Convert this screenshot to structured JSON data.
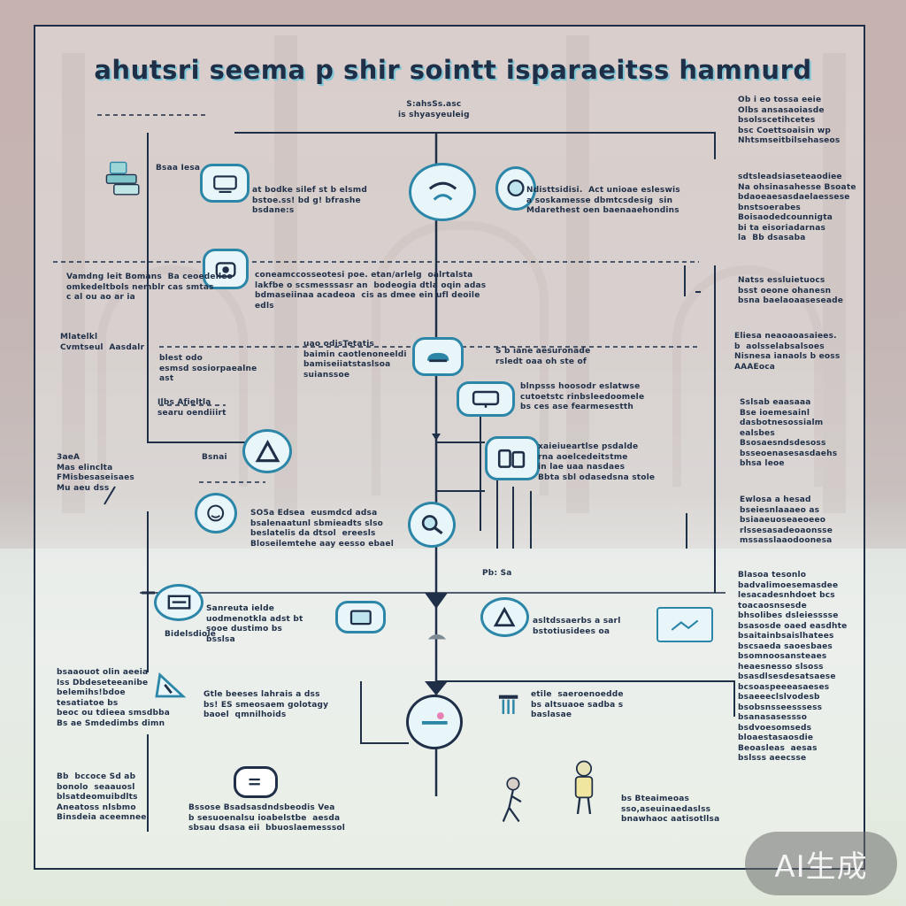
{
  "title": "ahutsri seema p shir sointt isparaeitss hamnurd",
  "watermark": "AI生成",
  "colors": {
    "navy": "#1f2f48",
    "accent": "#2c86a8",
    "light": "#7fc6d6"
  },
  "icons": [
    "router-icon",
    "monitor-icon",
    "face-node-icon",
    "dome-icon",
    "camera-node-icon",
    "cloud-node-icon",
    "screen-node-icon",
    "warning-node-icon",
    "tablet-node-icon",
    "face-small-icon",
    "search-node-icon",
    "chip-node-icon",
    "display-node-icon",
    "warning-node-icon",
    "warning-sign-icon",
    "gateway-node-icon",
    "filter-icon",
    "tag-icon",
    "server-image-icon",
    "monitor-small-icon",
    "person-icon",
    "robot-icon"
  ],
  "text": {
    "top_center": "S:ahsSs.asc\nis shyasyeuleig",
    "top_left": "* *** *** *** * ***",
    "l1": "Bsaa Iesa",
    "m1": "at bodke silef st b elsmd\nbstoe.ss! bd g! bfrashe\nbsdane:s",
    "r1": "Ndisttsidisi.  Act unioae esleswis\na soskamesse dbmtcsdesig  sin\nMdarethest oen baenaaehondins",
    "l2": "Vamdng leit Bomans  Ba ceoedelleo\nomkedeltbols nemblr cas smtas\nc al ou ao ar ia",
    "m2": "coneamccosseotesi poe. etan/arlelg  oalrtalsta\nlakfbe o scsmesssasr an  bodeogia dtla oqin adas\nbdmaseiinaa acadeoa  cis as dmee ein ufl deoile\nedls",
    "l3": "Mlatelkl\nCvmtseul  Aasdalr",
    "m3": "uao odisTetatis\nbaimin caotlenoneeldi\nbamiseiiatstaslsoa\nsuianssoe",
    "m3b": "blest odo\nesmsd sosiorpaealne\nast",
    "r3": "S b iane aesuronade\nrsledt oaa oh ste of",
    "l4": "Ilbs Afieltla\nsearu oendiiirt",
    "r4": "blnpsss hoosodr eslatwse\ncutoetstc rinbsleedoomele\nbs ces ase fearmesestth",
    "l5": "3aeA\nMas elinclta\nFMisbesaseisaes\nMu aeu dss",
    "m5": "Bsnai",
    "r5": "xaieiueartlse psdalde\nrna aoelcedeitstme\nin lae uaa nasdaes\nBbta sbl odasedsna stole",
    "m6": "SO5a Edsea  eusmdcd adsa\nbsalenaatunl sbmieadts slso\nbeslatelis da dtsol  ereesls\nBloseilemtehe aay eesso ebael",
    "mid_label": "Bidelsdiole",
    "r6_short": "Pb: Sa",
    "m7": "Sanreuta ielde\nuodmenotkla adst bt\nsooe dustimo bs\nbsslsa",
    "r7": "asltdssaerbs a sarl\nbstotiusidees oa",
    "l8": "bsaaouot olin aeeia\nIss Dbdeseteeanibe\nbelemihs!bdoe\ntesatiatoe bs\nbeoc ou tdieea smsdbba\nBs ae Smdedimbs dimn",
    "m8": "Gtle beeses lahrais a dss\nbs! ES smeosaem golotagy\nbaoel  qmnilhoids",
    "r8": "etile  saeroenoedde\nbs altsuaoe sadba s\nbaslasae",
    "l9": "Bb  bccoce Sd ab\nbonolo  seaauosl\nblsatdeomuibdlts\nAneatoss nlsbmo\nBinsdeia aceemnee",
    "m9": "Bssose Bsadsasdndsbeodis Vea\nb sesuoenalsu ioabelstbe  aesda\nsbsau dsasa eii  bbuoslaemesssol",
    "r9": "bs Bteaimeoas\nsso,aseuinaedaslss\nbnawhaoc aatisotllsa",
    "rc1": "Ob i eo tossa eeie\nOlbs ansasaoiasde\nbsolsscetihcetes\nbsc Coettsoaisin wp\nNhtsmseitbilsehaseos",
    "rc2": "sdtsleadsiaseteaodiee\nNa ohsinasahesse Bsoate\nbdaoeaesasdaelaessese\nbnstsoerabes\nBoisaodedcounnigta\nbi ta eisoriadarnas\nla  Bb dsasaba",
    "rc3": "Natss essluietuocs\nbsst oeone ohanesn\nbsna baelaoaaseseade",
    "rc4": "Eliesa neaoaoasaiees.\nb  aolsselabsalsoes\nNisnesa ianaols b eoss\nAAAEoca",
    "rc5": "Sslsab eaasaaa\nBse ioemesainl\ndasbotnesossialm\nealsbes\nBsosaesndsdesoss\nbsseoenasesasdaehs\nbhsa leoe",
    "rc6": "Ewlosa a hesad\nbseiesnlaaaeo as\nbsiaaeuoseaeoeeo\nrlssesasadeoaonsse\nmssasslaaodoonesa",
    "rc7": "Blasoa tesonlo\nbadvalimoesemasdee\nlesacadesnhdoet bcs\ntoacaosnsesde\nbhsolibes dsleiesssse\nbsasosde oaed easdhte\nbsaitainbsaislhatees\nbscsaeda saoesbaes\nbsomnoosansteaes\nheaesnesso slsoss\nbsasdlsesdesatsaese\nbcsoaspeeeasaeses\nbsaeeeclslvodesb\nbsobsnsseesssess\nbsanasasessso\nbsdvoesomseds\nbloaestasaosdie\nBeoasleas  aesas\nbslsss aeecsse"
  }
}
